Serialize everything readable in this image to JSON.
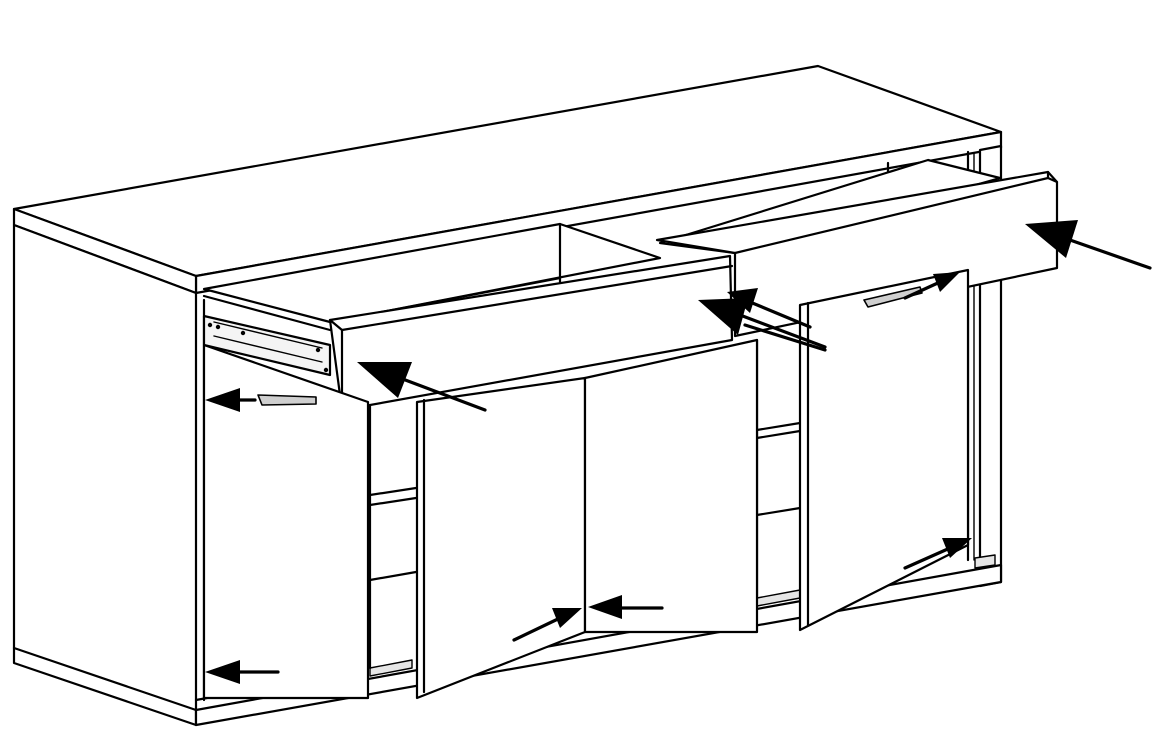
{
  "diagram": {
    "subject": "sideboard-cabinet",
    "drawers": 2,
    "doors": 4,
    "arrows": 11
  },
  "colors": {
    "background": "#ffffff",
    "line": "#000000",
    "fill": "#ffffff",
    "hardware": "#cfcfcf"
  }
}
